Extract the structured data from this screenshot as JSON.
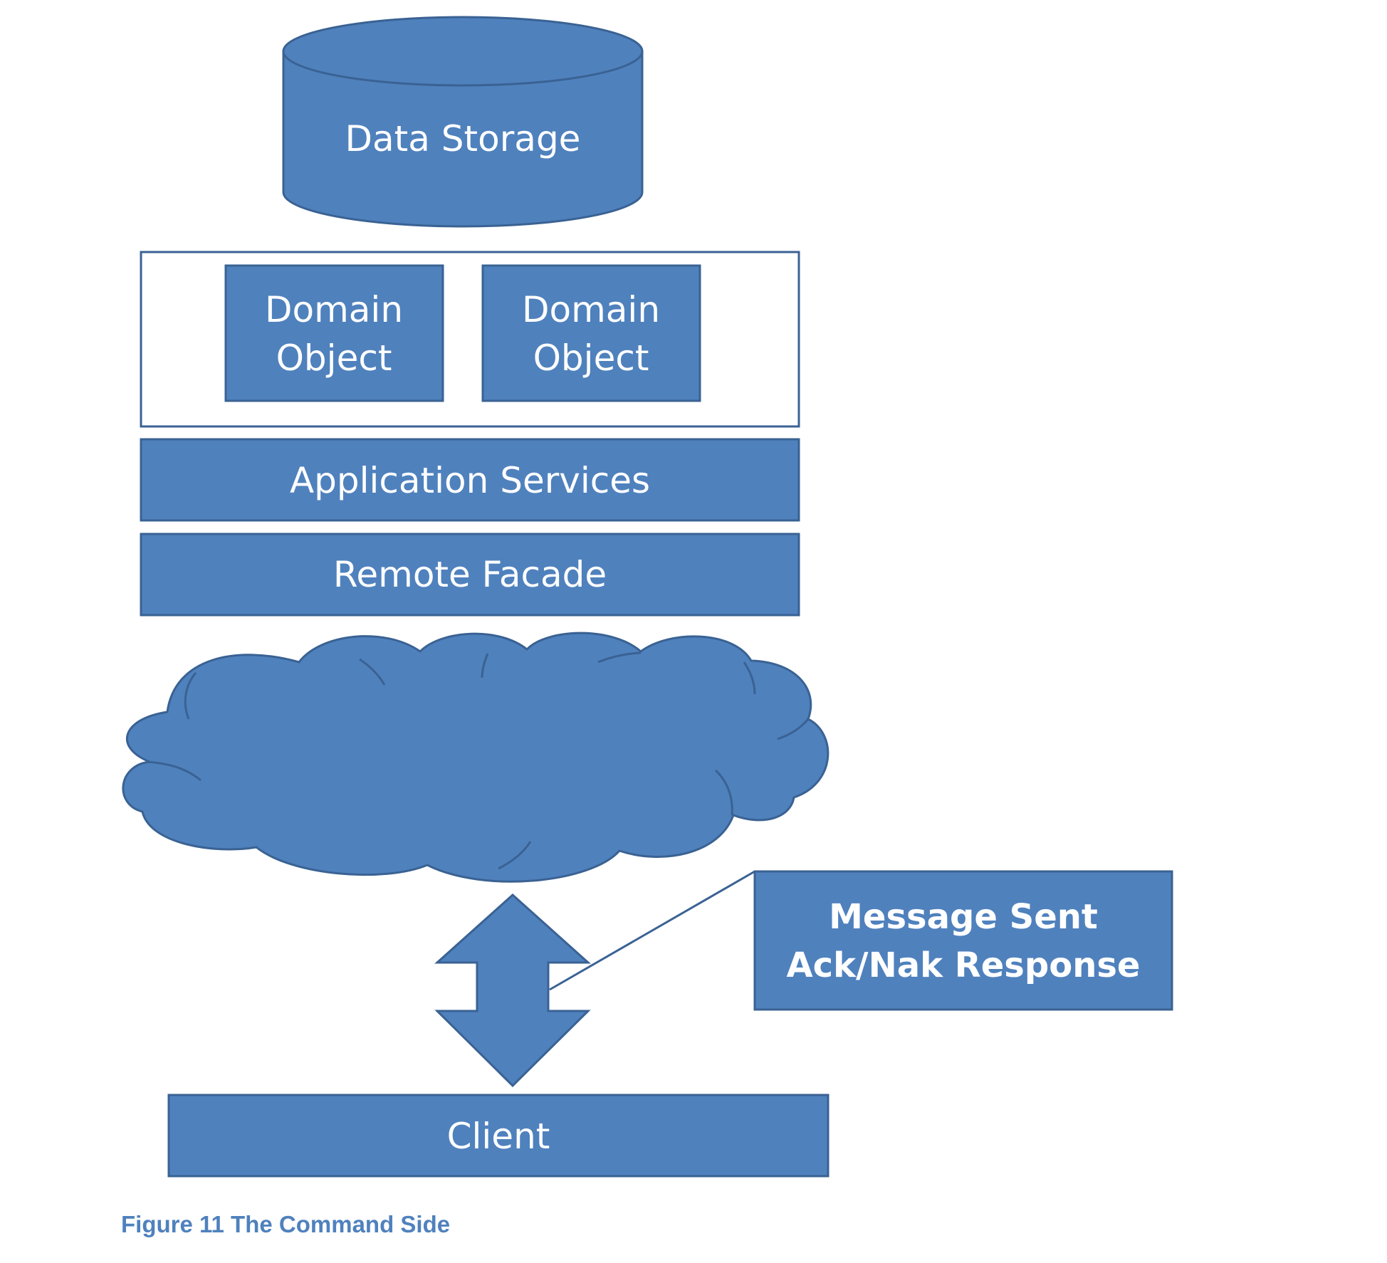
{
  "colors": {
    "shape_fill": "#4f81bd",
    "shape_stroke": "#3a6293",
    "text": "#ffffff",
    "caption": "#4f81bd"
  },
  "nodes": {
    "data_storage": "Data Storage",
    "domain_object_1": [
      "Domain",
      "Object"
    ],
    "domain_object_2": [
      "Domain",
      "Object"
    ],
    "application_services": "Application Services",
    "remote_facade": "Remote Facade",
    "network": "",
    "message_callout": [
      "Message Sent",
      "Ack/Nak Response"
    ],
    "client": "Client"
  },
  "caption": "Figure 11 The Command Side"
}
